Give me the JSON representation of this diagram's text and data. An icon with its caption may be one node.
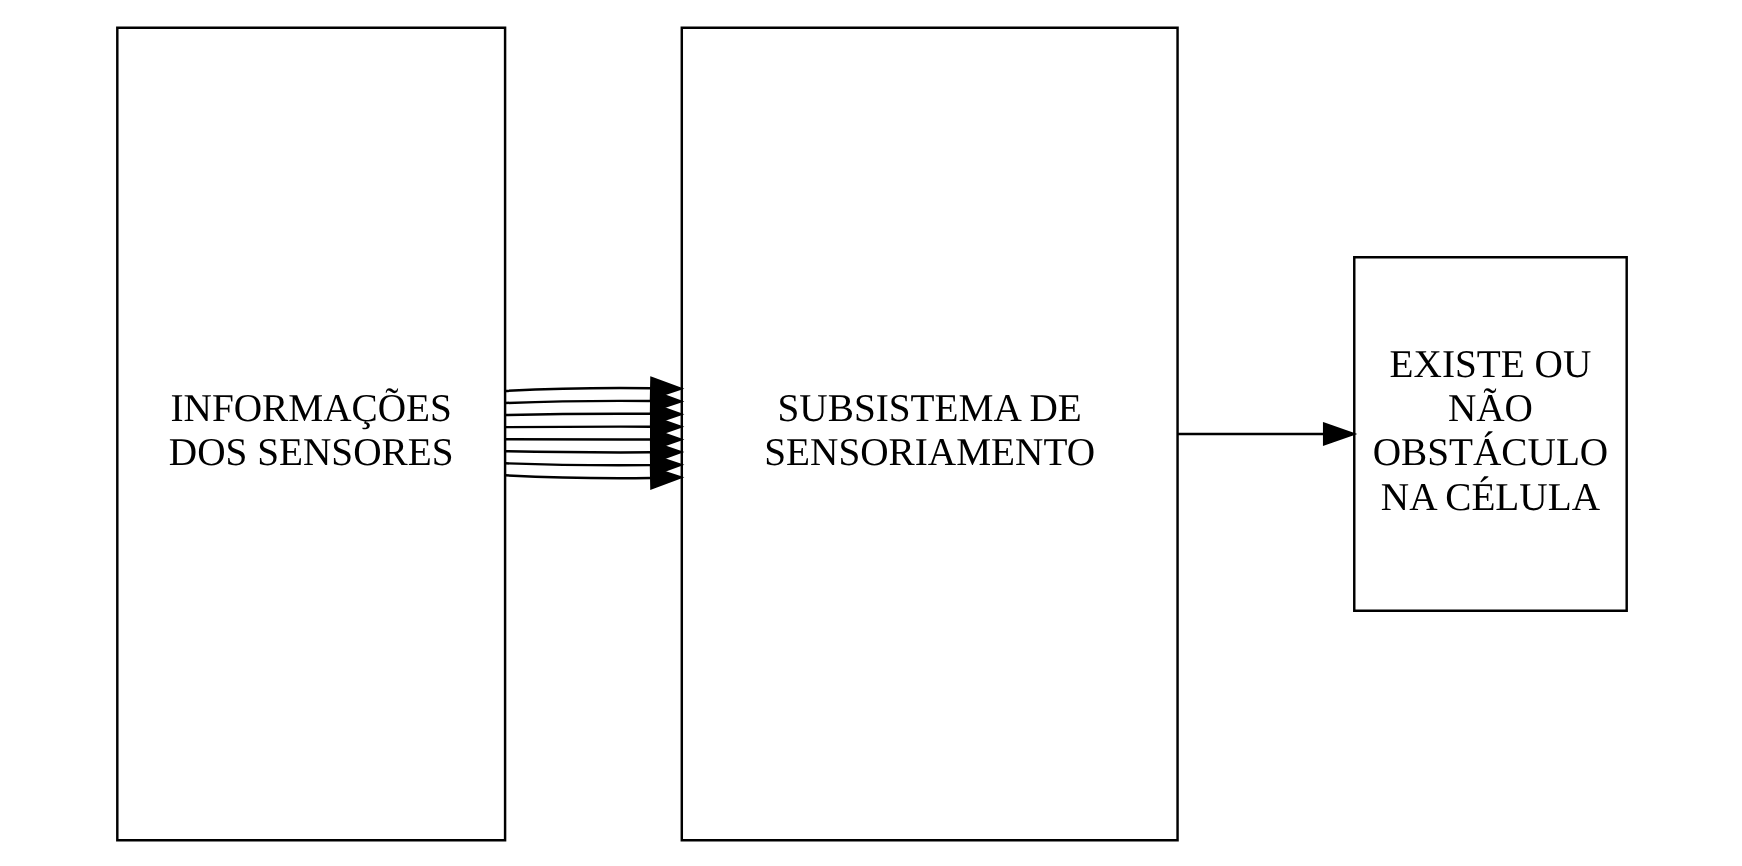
{
  "diagram": {
    "nodes": [
      {
        "text": [
          "INFORMAÇÕES DOS SENSORES"
        ]
      },
      {
        "text": [
          "SUBSISTEMA DE SENSORIAMENTO"
        ]
      },
      {
        "text": [
          "EXISTE OU NÃO OBSTÁCULO NA CÉLULA"
        ]
      }
    ],
    "edges": [
      {
        "from": 0,
        "to": 1,
        "arrow": "to"
      },
      {
        "from": 0,
        "to": 1,
        "arrow": "to"
      },
      {
        "from": 0,
        "to": 1,
        "arrow": "to"
      },
      {
        "from": 0,
        "to": 1,
        "arrow": "to"
      },
      {
        "from": 0,
        "to": 1,
        "arrow": "to"
      },
      {
        "from": 0,
        "to": 1,
        "arrow": "to"
      },
      {
        "from": 0,
        "to": 1,
        "arrow": "to"
      },
      {
        "from": 0,
        "to": 1,
        "arrow": "to"
      },
      {
        "from": 1,
        "to": 2,
        "arrow": "to"
      }
    ]
  }
}
